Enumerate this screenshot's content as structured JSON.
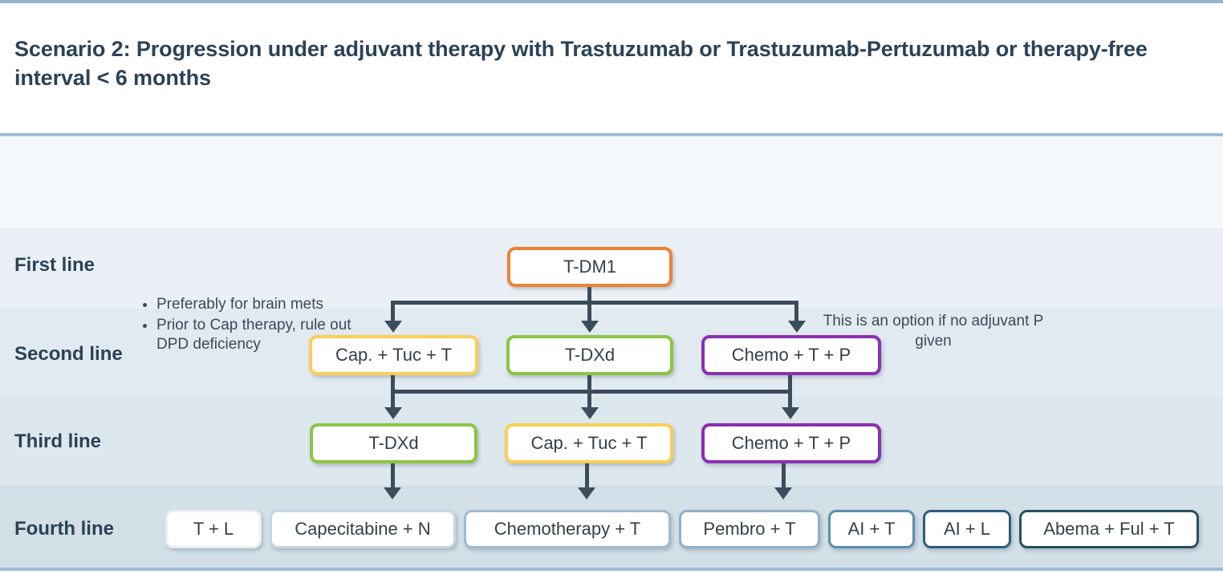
{
  "title": "Scenario 2: Progression under adjuvant therapy with Trastuzumab or Trastuzumab-Pertuzumab or therapy-free interval < 6 months",
  "rows": [
    {
      "label": "First line"
    },
    {
      "label": "Second line"
    },
    {
      "label": "Third line"
    },
    {
      "label": "Fourth line"
    }
  ],
  "notes": {
    "left_bullets": [
      "Preferably for brain mets",
      "Prior to Cap therapy, rule out DPD deficiency"
    ],
    "right_note": "This is an option if no adjuvant P given"
  },
  "first_line": [
    {
      "label": "T-DM1",
      "color": "#ef8136"
    }
  ],
  "second_line": [
    {
      "label": "Cap. + Tuc + T",
      "color": "#fbce54"
    },
    {
      "label": "T-DXd",
      "color": "#8cc543"
    },
    {
      "label": "Chemo + T + P",
      "color": "#8a2fb0"
    }
  ],
  "third_line": [
    {
      "label": "T-DXd",
      "color": "#8cc543"
    },
    {
      "label": "Cap. + Tuc + T",
      "color": "#fbce54"
    },
    {
      "label": "Chemo + T + P",
      "color": "#8a2fb0"
    }
  ],
  "fourth_line": [
    {
      "label": "T + L",
      "color": "#e8eef3"
    },
    {
      "label": "Capecitabine + N",
      "color": "#c6d6e3"
    },
    {
      "label": "Chemotherapy + T",
      "color": "#9fbad0"
    },
    {
      "label": "Pembro + T",
      "color": "#8fb0c8"
    },
    {
      "label": "AI + T",
      "color": "#5b8fab"
    },
    {
      "label": "AI + L",
      "color": "#2e5d7d"
    },
    {
      "label": "Abema + Ful + T",
      "color": "#28505f"
    }
  ],
  "theme": {
    "connector_color": "#3b4d5c",
    "rule_color": "#9ebdd4",
    "text_color": "#2b4257"
  }
}
